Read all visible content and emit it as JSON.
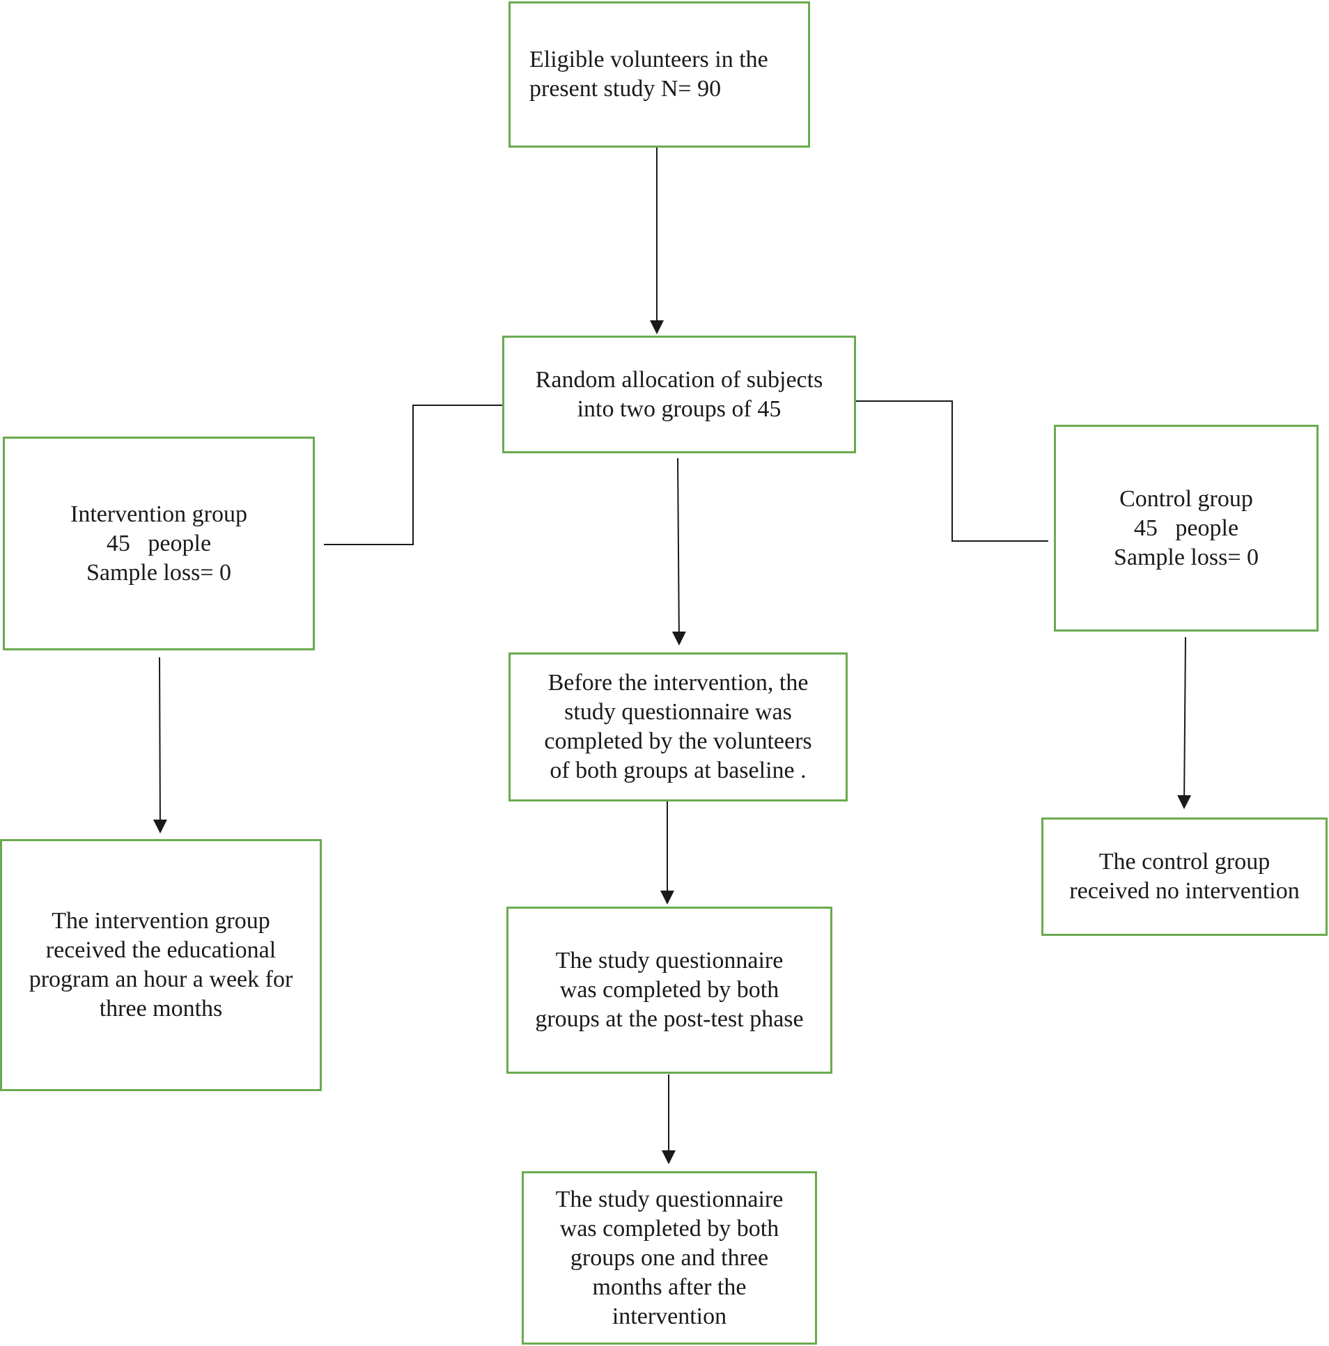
{
  "boxes": {
    "eligible": {
      "line1": "Eligible volunteers in the",
      "line2": "present study N= 90"
    },
    "random": {
      "line1": "Random allocation of subjects",
      "line2": "into two groups of 45"
    },
    "intervention_group": {
      "line1": "Intervention group",
      "line2": "45   people",
      "line3": "Sample loss= 0"
    },
    "control_group": {
      "line1": "Control group",
      "line2": "45   people",
      "line3": "Sample loss= 0"
    },
    "baseline": {
      "line1": "Before the intervention, the",
      "line2": "study questionnaire was",
      "line3": "completed by the volunteers",
      "line4": "of both groups at baseline ."
    },
    "intervention_received": {
      "line1": "The intervention group",
      "line2": "received the educational",
      "line3": "program an hour a week for",
      "line4": "three months"
    },
    "control_received": {
      "line1": "The control group",
      "line2": "received no intervention"
    },
    "post_test": {
      "line1": "The study questionnaire",
      "line2": "was completed by both",
      "line3": "groups at the post-test phase"
    },
    "follow_up": {
      "line1": "The study questionnaire",
      "line2": "was completed by both",
      "line3": "groups one and three",
      "line4": "months after the",
      "line5": "intervention"
    }
  },
  "colors": {
    "box_border": "#6aaa4f",
    "line": "#1a1a1a",
    "text": "#1a1a1a"
  }
}
